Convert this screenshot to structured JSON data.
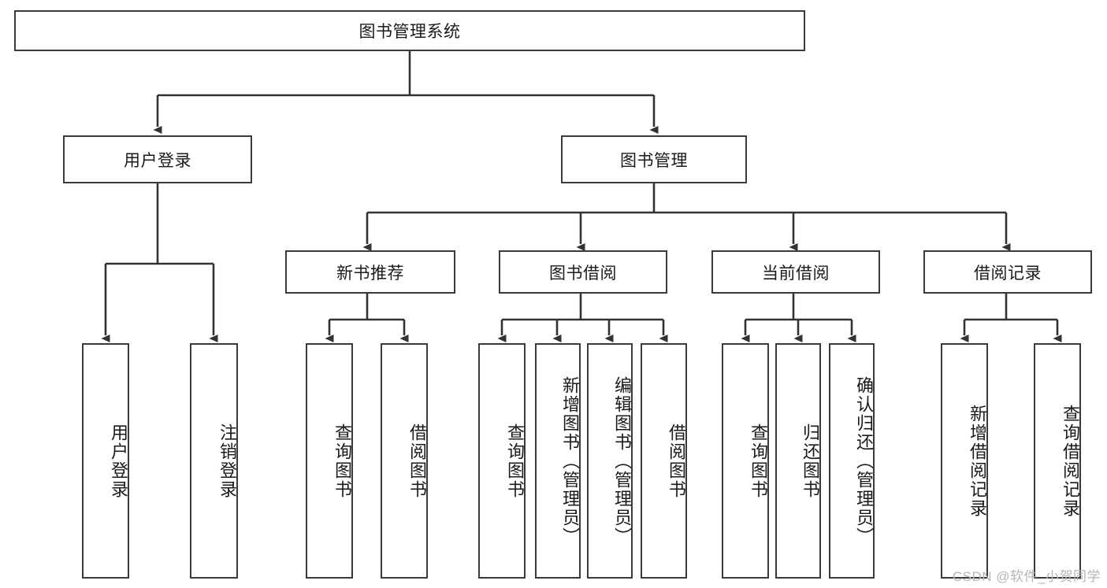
{
  "diagram": {
    "type": "tree-hierarchy-chart",
    "title": "图书管理系统",
    "watermark": "CSDN @软件_小贺同学",
    "colors": {
      "box_border": "#3a3a3a",
      "box_fill": "#ffffff",
      "edge": "#333333",
      "text": "#1a1a1a",
      "watermark": "#b6b6b6",
      "background": "#ffffff"
    },
    "levels": [
      {
        "level": 1,
        "nodes": [
          {
            "id": "root",
            "label": "图书管理系统",
            "orientation": "horizontal"
          }
        ]
      },
      {
        "level": 2,
        "nodes": [
          {
            "id": "user_login",
            "label": "用户登录",
            "orientation": "horizontal",
            "parent": "root"
          },
          {
            "id": "book_mgmt",
            "label": "图书管理",
            "orientation": "horizontal",
            "parent": "root"
          }
        ]
      },
      {
        "level": 3,
        "nodes": [
          {
            "id": "new_book_rec",
            "label": "新书推荐",
            "orientation": "horizontal",
            "parent": "book_mgmt"
          },
          {
            "id": "book_borrow",
            "label": "图书借阅",
            "orientation": "horizontal",
            "parent": "book_mgmt"
          },
          {
            "id": "current_borrow",
            "label": "当前借阅",
            "orientation": "horizontal",
            "parent": "book_mgmt"
          },
          {
            "id": "borrow_record",
            "label": "借阅记录",
            "orientation": "horizontal",
            "parent": "book_mgmt"
          }
        ]
      },
      {
        "level": 4,
        "nodes": [
          {
            "id": "leaf_user_login",
            "label": "用户登录",
            "orientation": "vertical",
            "parent": "user_login"
          },
          {
            "id": "leaf_user_logout",
            "label": "注销登录",
            "orientation": "vertical",
            "parent": "user_login"
          },
          {
            "id": "leaf_rec_query",
            "label": "查询图书",
            "orientation": "vertical",
            "parent": "new_book_rec"
          },
          {
            "id": "leaf_rec_borrow",
            "label": "借阅图书",
            "orientation": "vertical",
            "parent": "new_book_rec"
          },
          {
            "id": "leaf_borrow_query",
            "label": "查询图书",
            "orientation": "vertical",
            "parent": "book_borrow"
          },
          {
            "id": "leaf_borrow_add",
            "label": "新增图书（管理员）",
            "orientation": "vertical",
            "parent": "book_borrow"
          },
          {
            "id": "leaf_borrow_edit",
            "label": "编辑图书（管理员）",
            "orientation": "vertical",
            "parent": "book_borrow"
          },
          {
            "id": "leaf_borrow_do",
            "label": "借阅图书",
            "orientation": "vertical",
            "parent": "book_borrow"
          },
          {
            "id": "leaf_cur_query",
            "label": "查询图书",
            "orientation": "vertical",
            "parent": "current_borrow"
          },
          {
            "id": "leaf_cur_return",
            "label": "归还图书",
            "orientation": "vertical",
            "parent": "current_borrow"
          },
          {
            "id": "leaf_cur_confirm",
            "label": "确认归还（管理员）",
            "orientation": "vertical",
            "parent": "current_borrow"
          },
          {
            "id": "leaf_rec_add",
            "label": "新增借阅记录",
            "orientation": "vertical",
            "parent": "borrow_record"
          },
          {
            "id": "leaf_rec_search",
            "label": "查询借阅记录",
            "orientation": "vertical",
            "parent": "borrow_record"
          }
        ]
      }
    ]
  }
}
